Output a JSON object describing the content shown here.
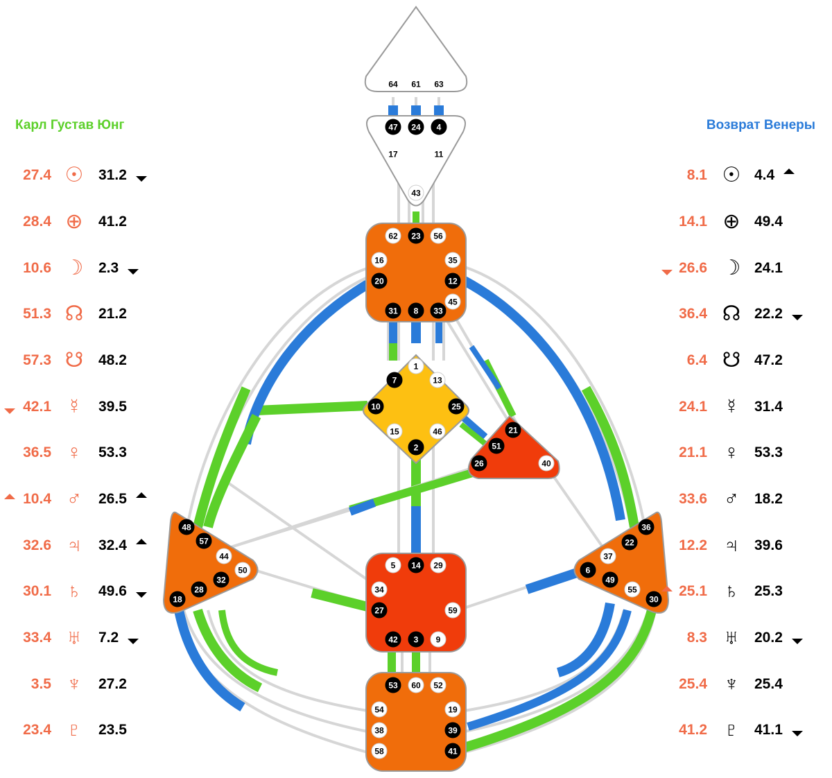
{
  "people": {
    "design": {
      "name": "Карл Густав Юнг",
      "color": "#5cd02a"
    },
    "personality": {
      "name": "Возврат Венеры",
      "color": "#2a7bd9"
    }
  },
  "planet_rows": [
    {
      "planet": "sun",
      "icon": "sun-icon",
      "glyph": "☉",
      "left_design": "27.4",
      "left_personality": "31.2",
      "left_arrow": "down",
      "left_design_arrow": "",
      "right_design": "8.1",
      "right_personality": "4.4",
      "right_arrow": "up",
      "right_design_arrow": ""
    },
    {
      "planet": "earth",
      "icon": "earth-icon",
      "glyph": "⊕",
      "left_design": "28.4",
      "left_personality": "41.2",
      "left_arrow": "",
      "left_design_arrow": "",
      "right_design": "14.1",
      "right_personality": "49.4",
      "right_arrow": "",
      "right_design_arrow": ""
    },
    {
      "planet": "moon",
      "icon": "moon-icon",
      "glyph": "☽",
      "left_design": "10.6",
      "left_personality": "2.3",
      "left_arrow": "down",
      "left_design_arrow": "",
      "right_design": "26.6",
      "right_personality": "24.1",
      "right_arrow": "",
      "right_design_arrow": "down"
    },
    {
      "planet": "north-node",
      "icon": "north-node-icon",
      "glyph": "☊",
      "left_design": "51.3",
      "left_personality": "21.2",
      "left_arrow": "",
      "left_design_arrow": "",
      "right_design": "36.4",
      "right_personality": "22.2",
      "right_arrow": "down",
      "right_design_arrow": ""
    },
    {
      "planet": "south-node",
      "icon": "south-node-icon",
      "glyph": "☋",
      "left_design": "57.3",
      "left_personality": "48.2",
      "left_arrow": "",
      "left_design_arrow": "",
      "right_design": "6.4",
      "right_personality": "47.2",
      "right_arrow": "",
      "right_design_arrow": ""
    },
    {
      "planet": "mercury",
      "icon": "mercury-icon",
      "glyph": "☿",
      "left_design": "42.1",
      "left_personality": "39.5",
      "left_arrow": "",
      "left_design_arrow": "down",
      "right_design": "24.1",
      "right_personality": "31.4",
      "right_arrow": "",
      "right_design_arrow": ""
    },
    {
      "planet": "venus",
      "icon": "venus-icon",
      "glyph": "♀",
      "left_design": "36.5",
      "left_personality": "53.3",
      "left_arrow": "",
      "left_design_arrow": "",
      "right_design": "21.1",
      "right_personality": "53.3",
      "right_arrow": "",
      "right_design_arrow": ""
    },
    {
      "planet": "mars",
      "icon": "mars-icon",
      "glyph": "♂",
      "left_design": "10.4",
      "left_personality": "26.5",
      "left_arrow": "up",
      "left_design_arrow": "up",
      "right_design": "33.6",
      "right_personality": "18.2",
      "right_arrow": "",
      "right_design_arrow": ""
    },
    {
      "planet": "jupiter",
      "icon": "jupiter-icon",
      "glyph": "♃",
      "left_design": "32.6",
      "left_personality": "32.4",
      "left_arrow": "up",
      "left_design_arrow": "",
      "right_design": "12.2",
      "right_personality": "39.6",
      "right_arrow": "",
      "right_design_arrow": ""
    },
    {
      "planet": "saturn",
      "icon": "saturn-icon",
      "glyph": "♄",
      "left_design": "30.1",
      "left_personality": "49.6",
      "left_arrow": "down",
      "left_design_arrow": "",
      "right_design": "25.1",
      "right_personality": "25.3",
      "right_arrow": "",
      "right_design_arrow": "up"
    },
    {
      "planet": "uranus",
      "icon": "uranus-icon",
      "glyph": "♅",
      "left_design": "33.4",
      "left_personality": "7.2",
      "left_arrow": "down",
      "left_design_arrow": "",
      "right_design": "8.3",
      "right_personality": "20.2",
      "right_arrow": "down",
      "right_design_arrow": ""
    },
    {
      "planet": "neptune",
      "icon": "neptune-icon",
      "glyph": "♆",
      "left_design": "3.5",
      "left_personality": "27.2",
      "left_arrow": "",
      "left_design_arrow": "",
      "right_design": "25.4",
      "right_personality": "25.4",
      "right_arrow": "",
      "right_design_arrow": ""
    },
    {
      "planet": "pluto",
      "icon": "pluto-icon",
      "glyph": "♇",
      "left_design": "23.4",
      "left_personality": "23.5",
      "left_arrow": "",
      "left_design_arrow": "",
      "right_design": "41.2",
      "right_personality": "41.1",
      "right_arrow": "down",
      "right_design_arrow": ""
    }
  ],
  "colors": {
    "design_channel": "#5cd02a",
    "personality_channel": "#2a7bd9",
    "inactive_channel": "#d6d6d6",
    "orange_center": "#f06d0b",
    "red_center": "#f03c0b",
    "yellow_center": "#fdc012",
    "white_center": "#ffffff",
    "accent_text": "#f06b48"
  },
  "centers": [
    {
      "id": "head",
      "defined": false
    },
    {
      "id": "ajna",
      "defined": false
    },
    {
      "id": "throat",
      "defined": true,
      "color": "orange"
    },
    {
      "id": "g",
      "defined": true,
      "color": "yellow"
    },
    {
      "id": "heart",
      "defined": true,
      "color": "red"
    },
    {
      "id": "sacral",
      "defined": true,
      "color": "red"
    },
    {
      "id": "spleen",
      "defined": true,
      "color": "orange"
    },
    {
      "id": "solar-plexus",
      "defined": true,
      "color": "orange"
    },
    {
      "id": "root",
      "defined": true,
      "color": "orange"
    }
  ],
  "gates": [
    {
      "gate": "64",
      "active": false
    },
    {
      "gate": "61",
      "active": false
    },
    {
      "gate": "63",
      "active": false
    },
    {
      "gate": "47",
      "active": true
    },
    {
      "gate": "24",
      "active": true
    },
    {
      "gate": "4",
      "active": true
    },
    {
      "gate": "17",
      "active": false
    },
    {
      "gate": "11",
      "active": false
    },
    {
      "gate": "43",
      "active": false
    },
    {
      "gate": "62",
      "active": false
    },
    {
      "gate": "23",
      "active": true
    },
    {
      "gate": "56",
      "active": false
    },
    {
      "gate": "16",
      "active": false
    },
    {
      "gate": "35",
      "active": false
    },
    {
      "gate": "20",
      "active": true
    },
    {
      "gate": "12",
      "active": true
    },
    {
      "gate": "45",
      "active": false
    },
    {
      "gate": "31",
      "active": true
    },
    {
      "gate": "8",
      "active": true
    },
    {
      "gate": "33",
      "active": true
    },
    {
      "gate": "1",
      "active": false
    },
    {
      "gate": "7",
      "active": true
    },
    {
      "gate": "13",
      "active": false
    },
    {
      "gate": "10",
      "active": true
    },
    {
      "gate": "25",
      "active": true
    },
    {
      "gate": "15",
      "active": false
    },
    {
      "gate": "46",
      "active": false
    },
    {
      "gate": "2",
      "active": true
    },
    {
      "gate": "21",
      "active": true
    },
    {
      "gate": "51",
      "active": true
    },
    {
      "gate": "26",
      "active": true
    },
    {
      "gate": "40",
      "active": false
    },
    {
      "gate": "48",
      "active": true
    },
    {
      "gate": "57",
      "active": true
    },
    {
      "gate": "44",
      "active": false
    },
    {
      "gate": "50",
      "active": false
    },
    {
      "gate": "32",
      "active": true
    },
    {
      "gate": "28",
      "active": true
    },
    {
      "gate": "18",
      "active": true
    },
    {
      "gate": "5",
      "active": false
    },
    {
      "gate": "14",
      "active": true
    },
    {
      "gate": "29",
      "active": false
    },
    {
      "gate": "34",
      "active": false
    },
    {
      "gate": "27",
      "active": true
    },
    {
      "gate": "59",
      "active": false
    },
    {
      "gate": "42",
      "active": true
    },
    {
      "gate": "3",
      "active": true
    },
    {
      "gate": "9",
      "active": false
    },
    {
      "gate": "36",
      "active": true
    },
    {
      "gate": "22",
      "active": true
    },
    {
      "gate": "37",
      "active": false
    },
    {
      "gate": "6",
      "active": true
    },
    {
      "gate": "49",
      "active": true
    },
    {
      "gate": "55",
      "active": false
    },
    {
      "gate": "30",
      "active": true
    },
    {
      "gate": "53",
      "active": true
    },
    {
      "gate": "60",
      "active": false
    },
    {
      "gate": "52",
      "active": false
    },
    {
      "gate": "54",
      "active": false
    },
    {
      "gate": "19",
      "active": false
    },
    {
      "gate": "38",
      "active": false
    },
    {
      "gate": "39",
      "active": true
    },
    {
      "gate": "58",
      "active": false
    },
    {
      "gate": "41",
      "active": true
    }
  ]
}
